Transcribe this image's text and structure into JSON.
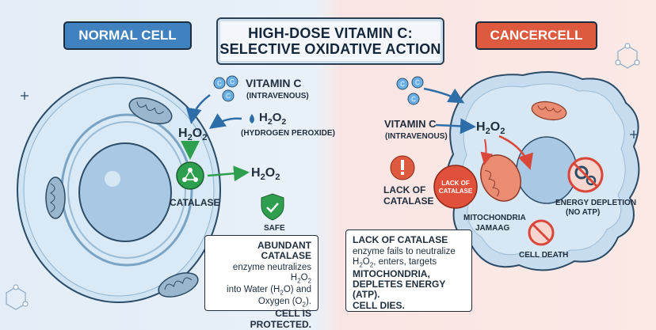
{
  "title": {
    "line1": "HIGH-DOSE VITAMIN C:",
    "line2": "SELECTIVE OXIDATIVE ACTION"
  },
  "normal_label": "NORMAL CELL",
  "cancer_label": "CANCERCELL",
  "left": {
    "vitamin_c": "VITAMIN C",
    "intravenous": "(INTRAVENOUS)",
    "h2o2_main": "H",
    "h2o2_label": "H",
    "hydrogen_peroxide": "(HYDROGEN PEROXIDE)",
    "catalase": "CATALASE",
    "safe": "SAFE",
    "output_h2o2": "H",
    "box": {
      "heading": "ABUNDANT CATALASE",
      "l1": "enzyme neutralizes H",
      "l2": "into Water (H",
      "l3": "Oxygen (O",
      "l4": "CELL IS PROTECTED."
    }
  },
  "right": {
    "vitamin_c": "VITAMIN C",
    "intravenous": "(INTRAVENOUS)",
    "h2o2": "H",
    "lack_of_catalase": "LACK OF",
    "lack_of_catalase2": "CATALASE",
    "badge1": "LACK OF",
    "badge2": "CATALASE",
    "mito1": "MITOCHONDRIA",
    "mito2": "JAMAAG",
    "energy1": "ENERGY DEPLETION",
    "energy2": "(NO ATP)",
    "cell_death": "CELL DEATH",
    "box": {
      "l1": "LACK OF CATALASE",
      "l2": "enzyme fails to neutralize",
      "l3": "H",
      "l3b": ", enters, targets",
      "l4": "MITOCHONDRIA,",
      "l5": "DEPLETES ENERGY (ATP).",
      "l6": "CELL DIES."
    }
  },
  "colors": {
    "normal": "#3f82bf",
    "cancer": "#dd5a3e",
    "catalase": "#2e9e4f",
    "arrow_red": "#d9473a"
  }
}
